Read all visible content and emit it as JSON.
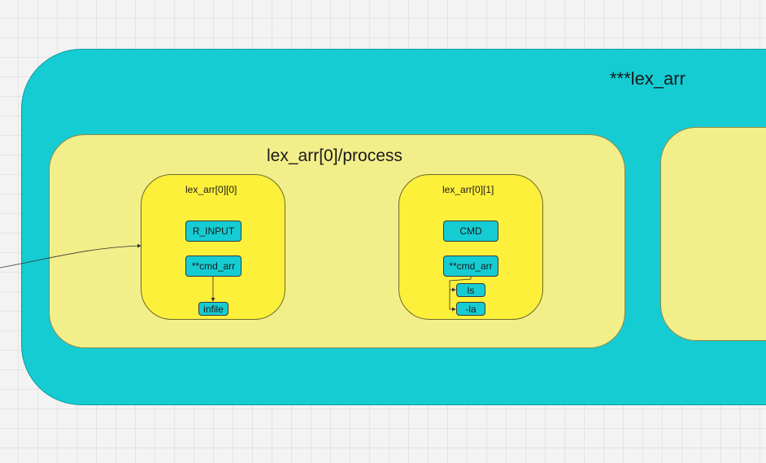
{
  "outer": {
    "label": "***lex_arr"
  },
  "process": {
    "label": "lex_arr[0]/process"
  },
  "cells": [
    {
      "label": "lex_arr[0][0]",
      "type_tag": "R_INPUT",
      "array_tag": "**cmd_arr",
      "items": [
        "infile"
      ]
    },
    {
      "label": "lex_arr[0][1]",
      "type_tag": "CMD",
      "array_tag": "**cmd_arr",
      "items": [
        "ls",
        "-la"
      ]
    }
  ],
  "colors": {
    "outer_fill": "#16ccd3",
    "process_fill": "#f2ee8a",
    "cell_fill": "#fdf03a",
    "tag_fill": "#16ccd3"
  }
}
